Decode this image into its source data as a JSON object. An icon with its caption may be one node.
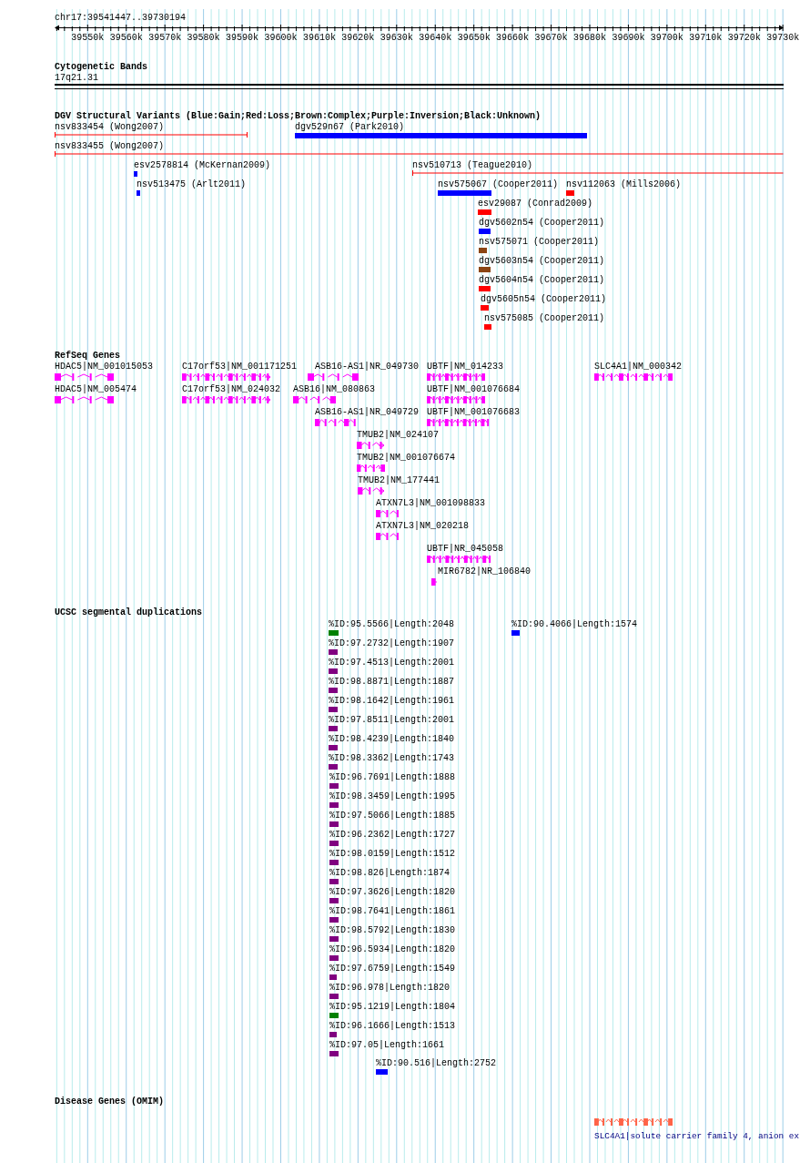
{
  "diagram": {
    "labels": [
      "chr17:39541447..39730194",
      "39550k",
      "39560k",
      "39570k",
      "39580k",
      "39590k",
      "39600k",
      "39610k",
      "39620k",
      "39630k",
      "39640k",
      "39650k",
      "39660k",
      "39670k",
      "39680k",
      "39690k",
      "39700k",
      "39710k",
      "39720k",
      "39730k",
      "Cytogenetic Bands",
      "17q21.31",
      "DGV Structural Variants (Blue:Gain;Red:Loss;Brown:Complex;Purple:Inversion;Black:Unknown)",
      "nsv833454 (Wong2007)",
      "dgv529n67 (Park2010)",
      "nsv833455 (Wong2007)",
      "esv2578814 (McKernan2009)",
      "nsv510713 (Teague2010)",
      "nsv513475 (Arlt2011)",
      "nsv575067 (Cooper2011)",
      "nsv112063 (Mills2006)",
      "esv29087 (Conrad2009)",
      "dgv5602n54 (Cooper2011)",
      "nsv575071 (Cooper2011)",
      "dgv5603n54 (Cooper2011)",
      "dgv5604n54 (Cooper2011)",
      "dgv5605n54 (Cooper2011)",
      "nsv575085 (Cooper2011)",
      "RefSeq Genes",
      "HDAC5|NM_001015053",
      "C17orf53|NM_001171251",
      "ASB16-AS1|NR_049730",
      "UBTF|NM_014233",
      "SLC4A1|NM_000342",
      "HDAC5|NM_005474",
      "C17orf53|NM_024032",
      "ASB16|NM_080863",
      "UBTF|NM_001076684",
      "ASB16-AS1|NR_049729",
      "UBTF|NM_001076683",
      "TMUB2|NM_024107",
      "TMUB2|NM_001076674",
      "TMUB2|NM_177441",
      "ATXN7L3|NM_001098833",
      "ATXN7L3|NM_020218",
      "UBTF|NR_045058",
      "MIR6782|NR_106840",
      "UCSC segmental duplications",
      "%ID:95.5566|Length:2048",
      "%ID:90.4066|Length:1574",
      "%ID:97.2732|Length:1907",
      "%ID:97.4513|Length:2001",
      "%ID:98.8871|Length:1887",
      "%ID:98.1642|Length:1961",
      "%ID:97.8511|Length:2001",
      "%ID:98.4239|Length:1840",
      "%ID:98.3362|Length:1743",
      "%ID:96.7691|Length:1888",
      "%ID:98.3459|Length:1995",
      "%ID:97.5066|Length:1885",
      "%ID:96.2362|Length:1727",
      "%ID:98.0159|Length:1512",
      "%ID:98.826|Length:1874",
      "%ID:97.3626|Length:1820",
      "%ID:98.7641|Length:1861",
      "%ID:98.5792|Length:1830",
      "%ID:96.5934|Length:1820",
      "%ID:97.6759|Length:1549",
      "%ID:96.978|Length:1820",
      "%ID:95.1219|Length:1804",
      "%ID:96.1666|Length:1513",
      "%ID:97.05|Length:1661",
      "%ID:90.516|Length:2752",
      "Disease Genes (OMIM)",
      "SLC4A1|solute carrier family 4, anion ex"
    ]
  }
}
